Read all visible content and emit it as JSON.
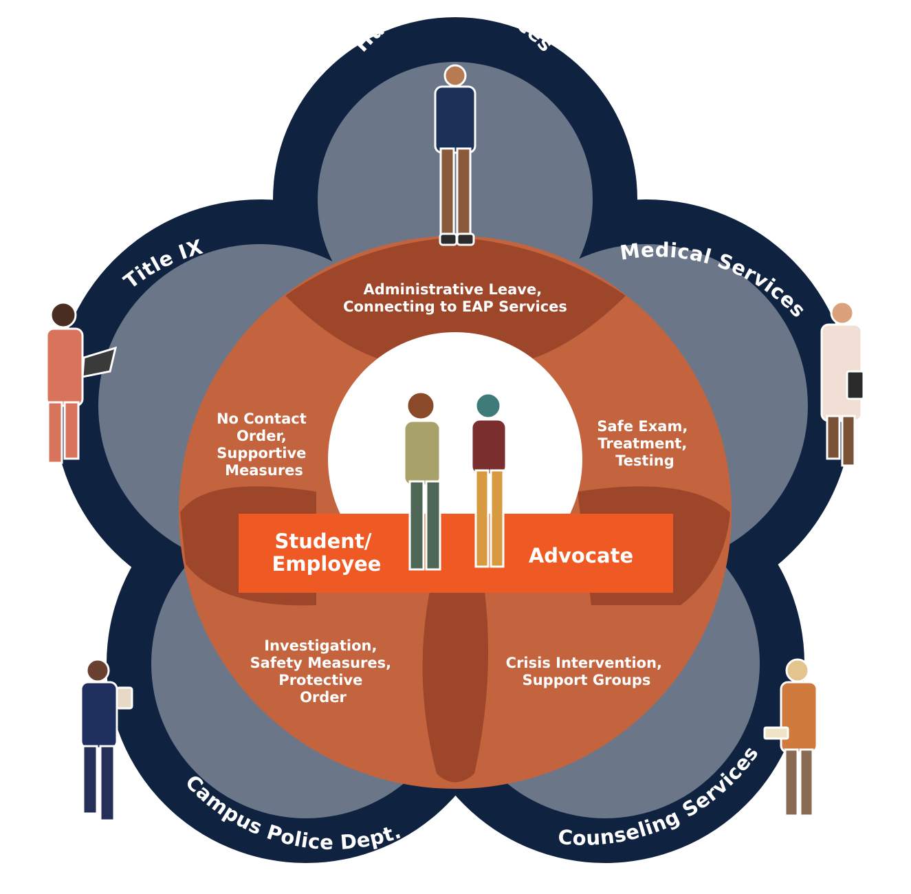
{
  "colors": {
    "navy": "#0f2240",
    "slate": "#6b7789",
    "orange_disc": "#c3643f",
    "overlap": "#9e4629",
    "band": "#ef5a24",
    "center": "#ffffff"
  },
  "services": [
    {
      "id": "hr",
      "name": "Human Resources",
      "description": [
        "Administrative Leave,",
        "Connecting to EAP Services"
      ],
      "figure": "hr-staff-person-icon"
    },
    {
      "id": "medical",
      "name": "Medical Services",
      "description": [
        "Safe Exam,",
        "Treatment,",
        "Testing"
      ],
      "figure": "doctor-icon"
    },
    {
      "id": "counseling",
      "name": "Counseling Services",
      "description": [
        "Crisis Intervention,",
        "Support Groups"
      ],
      "figure": "counselor-icon"
    },
    {
      "id": "police",
      "name": "Campus Police Dept.",
      "description": [
        "Investigation,",
        "Safety Measures,",
        "Protective",
        "Order"
      ],
      "figure": "police-officer-icon"
    },
    {
      "id": "titleix",
      "name": "Title IX",
      "description": [
        "No Contact",
        "Order,",
        "Supportive",
        "Measures"
      ],
      "figure": "title-ix-coordinator-icon"
    }
  ],
  "center": {
    "left_label": [
      "Student/",
      "Employee"
    ],
    "right_label": "Advocate",
    "figures": [
      "student-icon",
      "advocate-icon"
    ]
  }
}
